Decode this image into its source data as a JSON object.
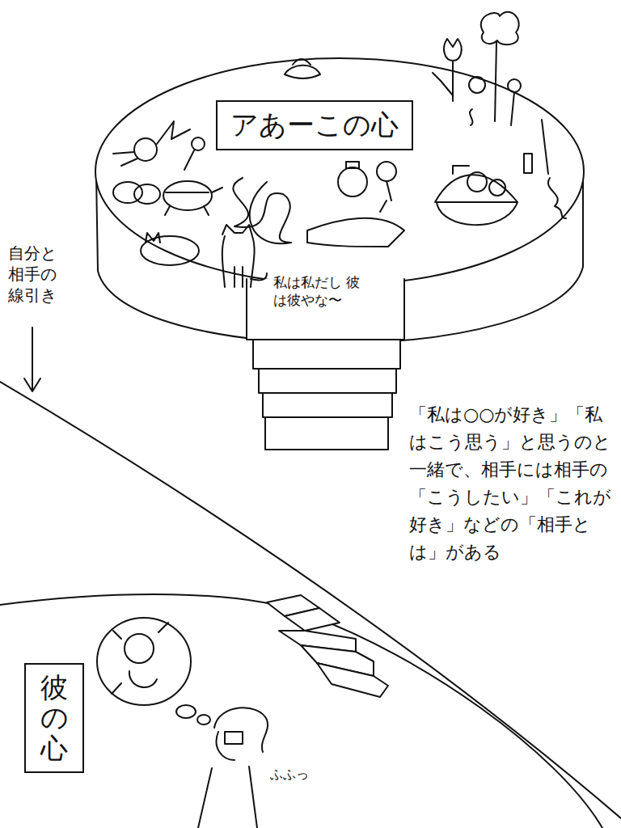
{
  "diagram": {
    "nodes": [
      {
        "text": [
          "アあーこの心"
        ]
      },
      {
        "text": [
          "彼の心"
        ]
      }
    ],
    "labels": [
      "私は私だし 彼は彼やな〜",
      "自分と相手の線引き",
      "「私は○○が好き」「私はこう思う」と思うのと一緒で、相手には相手の「こうしたい」「これが好き」などの「相手とは」がある",
      "ふふっ"
    ]
  }
}
